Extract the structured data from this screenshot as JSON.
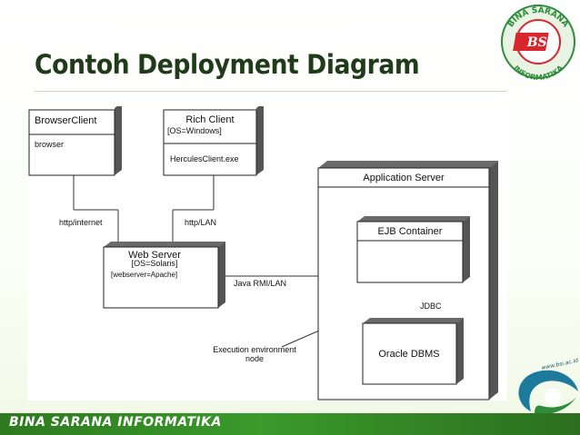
{
  "slide": {
    "title": "Contoh Deployment Diagram",
    "footer": "BINA SARANA INFORMATIKA"
  },
  "logo": {
    "ring_text_top": "BINA SARANA",
    "ring_text_bottom": "INFORMATIKA",
    "emblem": "BSI",
    "website": "www.bsi.ac.id"
  },
  "diagram": {
    "nodes": {
      "browser_client": {
        "name": "BrowserClient",
        "artifact": "browser"
      },
      "rich_client": {
        "name": "Rich Client",
        "stereotype": "[OS=Windows]",
        "artifact": "HerculesClient.exe"
      },
      "web_server": {
        "name": "Web Server",
        "tag1": "[OS=Solaris]",
        "tag2": "[webserver=Apache]"
      },
      "application_server": {
        "name": "Application Server"
      },
      "ejb_container": {
        "name": "EJB Container"
      },
      "oracle_dbms": {
        "name": "Oracle DBMS"
      }
    },
    "connections": {
      "http_internet": "http/internet",
      "http_lan": "http/LAN",
      "java_rmi": "Java RMI/LAN",
      "jdbc": "JDBC"
    },
    "annotation": {
      "line1": "Execution environment",
      "line2": "node"
    }
  },
  "colors": {
    "title": "#1f3b1a",
    "footer_bar": "#2d7a1f",
    "logo_red": "#d7262e",
    "logo_green": "#2e8b3a",
    "node_shade": "#555555"
  }
}
